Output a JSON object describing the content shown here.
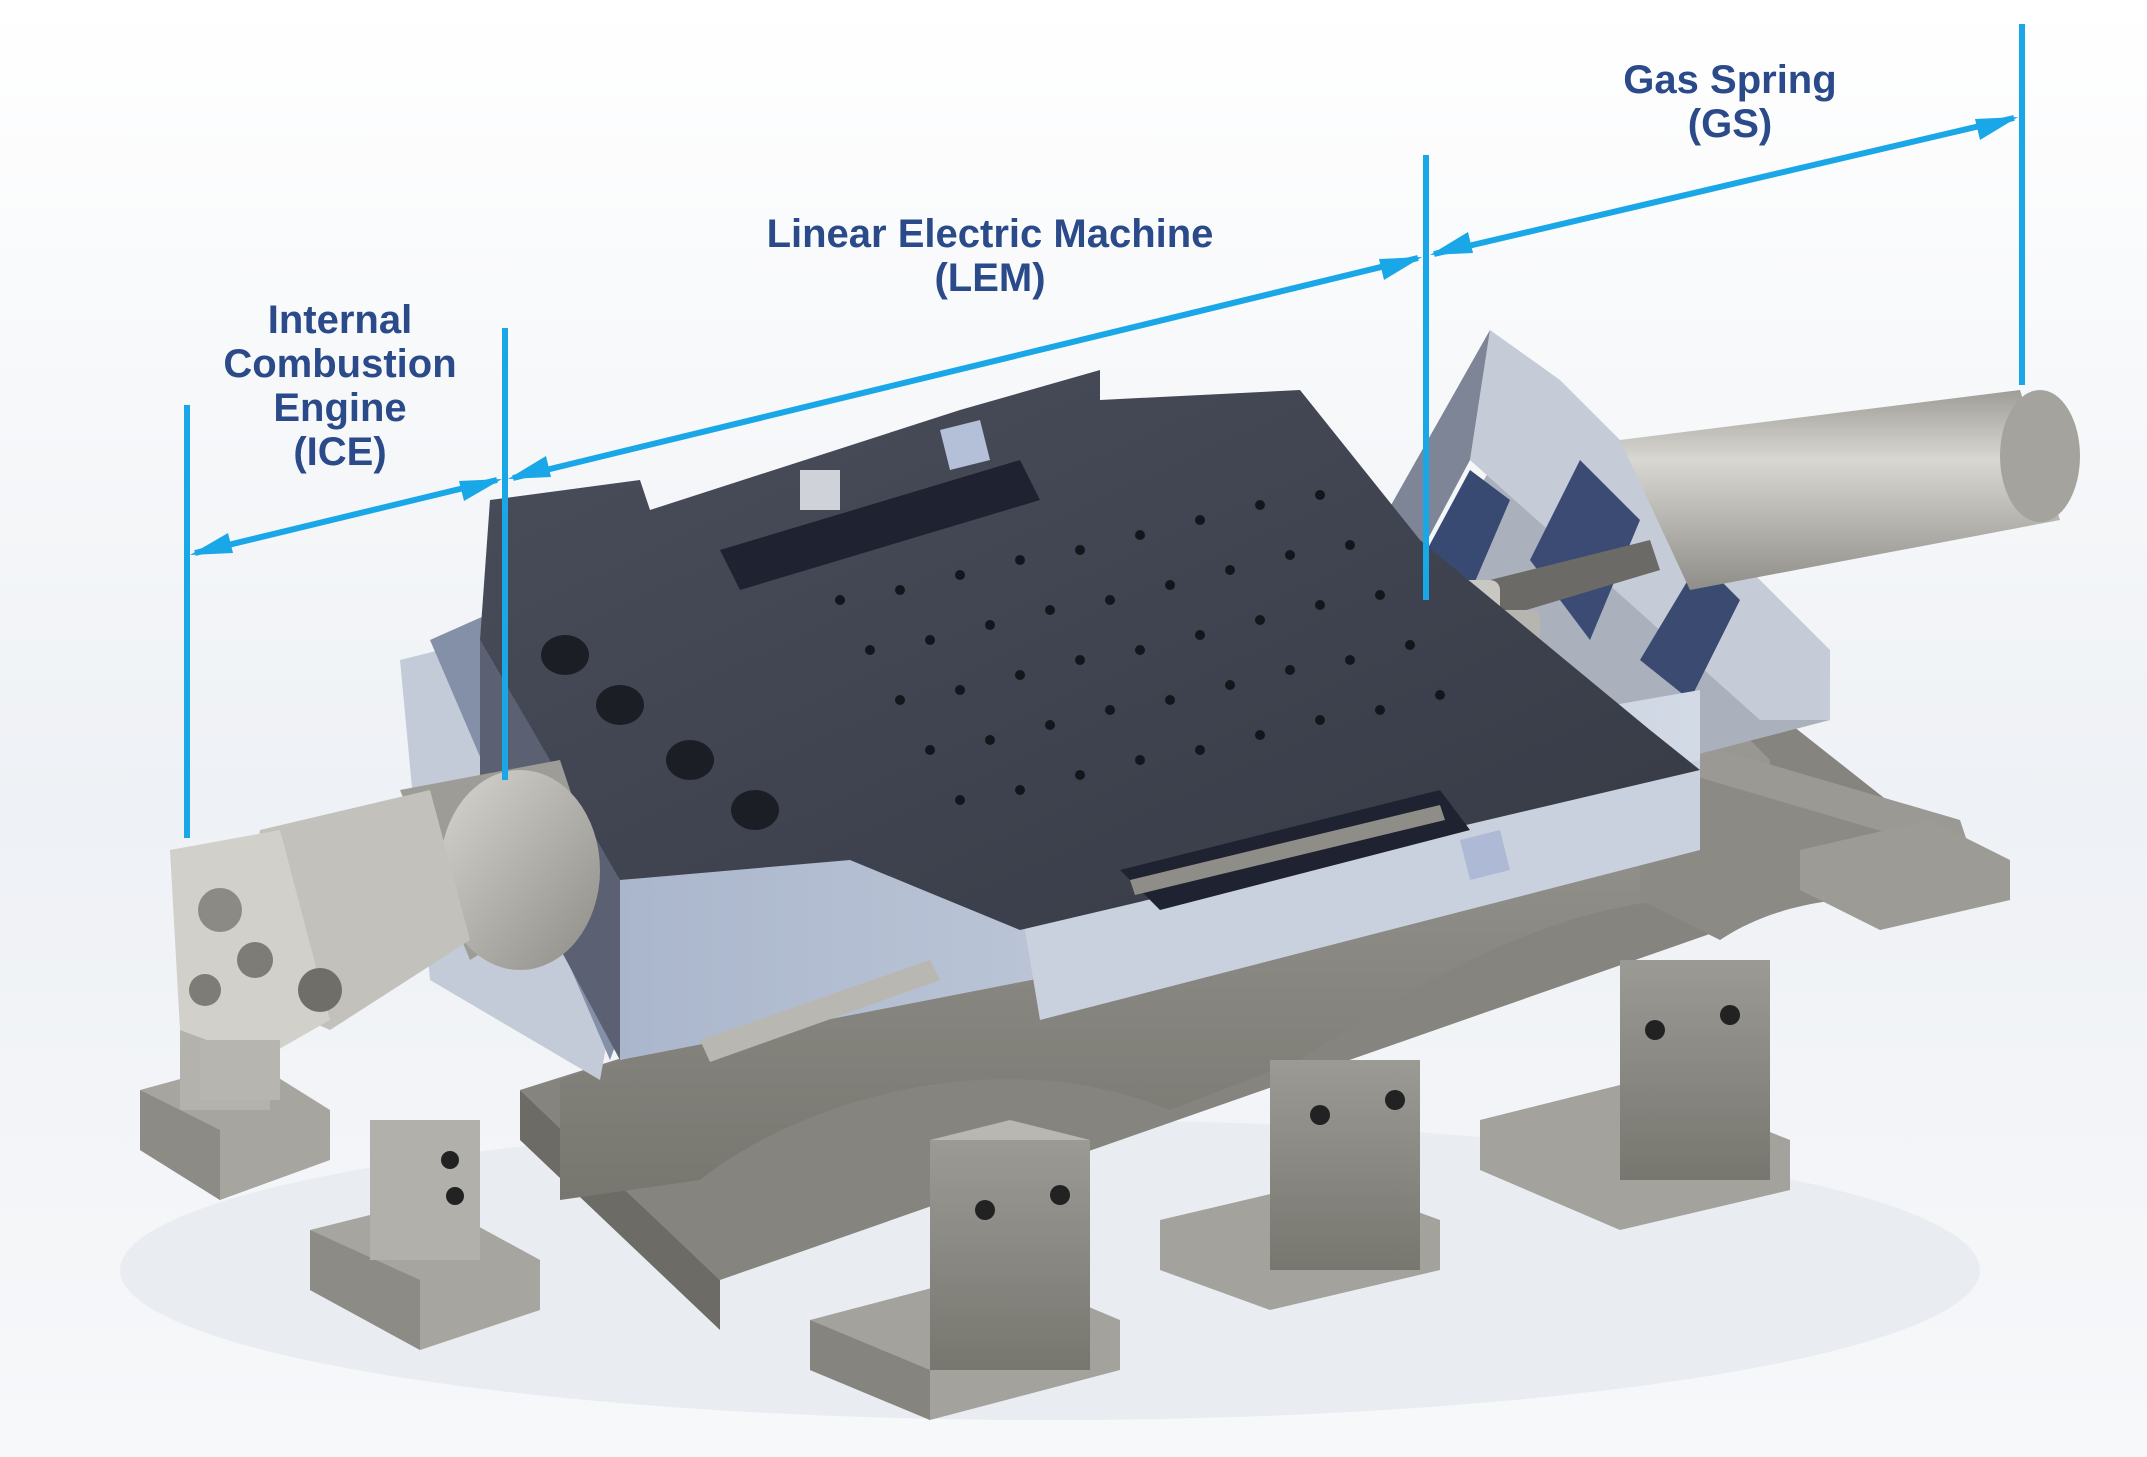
{
  "figure": {
    "sections": [
      {
        "id": "ice",
        "lines": [
          "Internal",
          "Combustion",
          "Engine",
          "(ICE)"
        ]
      },
      {
        "id": "lem",
        "lines": [
          "Linear Electric Machine",
          "(LEM)"
        ]
      },
      {
        "id": "gs",
        "lines": [
          "Gas Spring",
          "(GS)"
        ]
      }
    ],
    "colors": {
      "annotation": "#1aa7e8",
      "label_text": "#2b4a8a",
      "plate": "#3f4350",
      "frame": "#8a8984",
      "engine": "#b9b8b2",
      "cylinder": "#bfbfba"
    }
  }
}
